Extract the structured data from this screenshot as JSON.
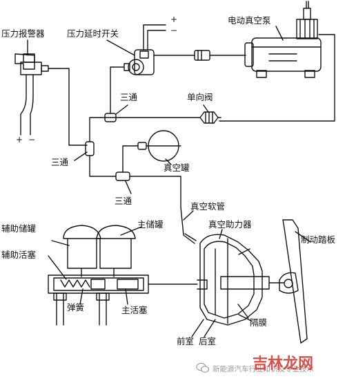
{
  "labels": {
    "pressure_alarm": "压力报警器",
    "pressure_delay_switch": "压力延时开关",
    "electric_vacuum_pump": "电动真空泵",
    "tee_upper": "三通",
    "check_valve": "单向阀",
    "tee_left": "三通",
    "vacuum_tank": "真空罐",
    "tee_lower": "三通",
    "vacuum_hose": "真空软管",
    "auxiliary_reservoir": "辅助储罐",
    "main_reservoir": "主储罐",
    "vacuum_booster": "真空助力器",
    "brake_pedal": "制动踏板",
    "auxiliary_piston": "辅助活塞",
    "spring": "弹簧",
    "main_piston": "主活塞",
    "diaphragm": "隔膜",
    "front_chamber": "前室",
    "rear_chamber": "后室"
  },
  "symbols": {
    "plus": "+",
    "minus": "−",
    "alarm_plus": "+",
    "alarm_minus": "−"
  },
  "watermark": {
    "source_text": "新能源汽车行业知识及专业技术",
    "brand_text": "吉林龙网",
    "brand_color": "#d0342c",
    "icon": "wechat-icon"
  }
}
